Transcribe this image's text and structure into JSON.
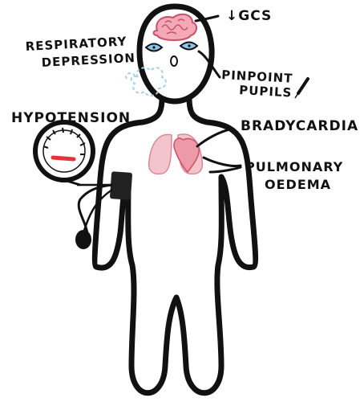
{
  "labels": {
    "gcs": "↓GCS",
    "respiratory_line1": "RESPIRATORY",
    "respiratory_line2": "DEPRESSION",
    "pupils_line1": "PINPOINT",
    "pupils_line2": "PUPILS",
    "hypotension": "HYPOTENSION",
    "bradycardia": "BRADYCARDIA",
    "oedema_line1": "PULMONARY",
    "oedema_line2": "OEDEMA"
  },
  "colors": {
    "outline": "#111111",
    "brain": "#f3a9b6",
    "brain_detail": "#c9506b",
    "eye_iris": "#8fc3e8",
    "lungs": "#f3c4cb",
    "heart": "#ec9aa8",
    "breath": "#a9d1ec",
    "gauge_needle": "#e8323a",
    "cuff": "#222222"
  },
  "icons": [
    "person-figure",
    "brain-icon",
    "eye-icon",
    "lungs-icon",
    "heart-icon",
    "breath-cloud-icon",
    "blood-pressure-gauge-icon",
    "bp-cuff-icon",
    "bulb-pump-icon",
    "needle-icon"
  ]
}
